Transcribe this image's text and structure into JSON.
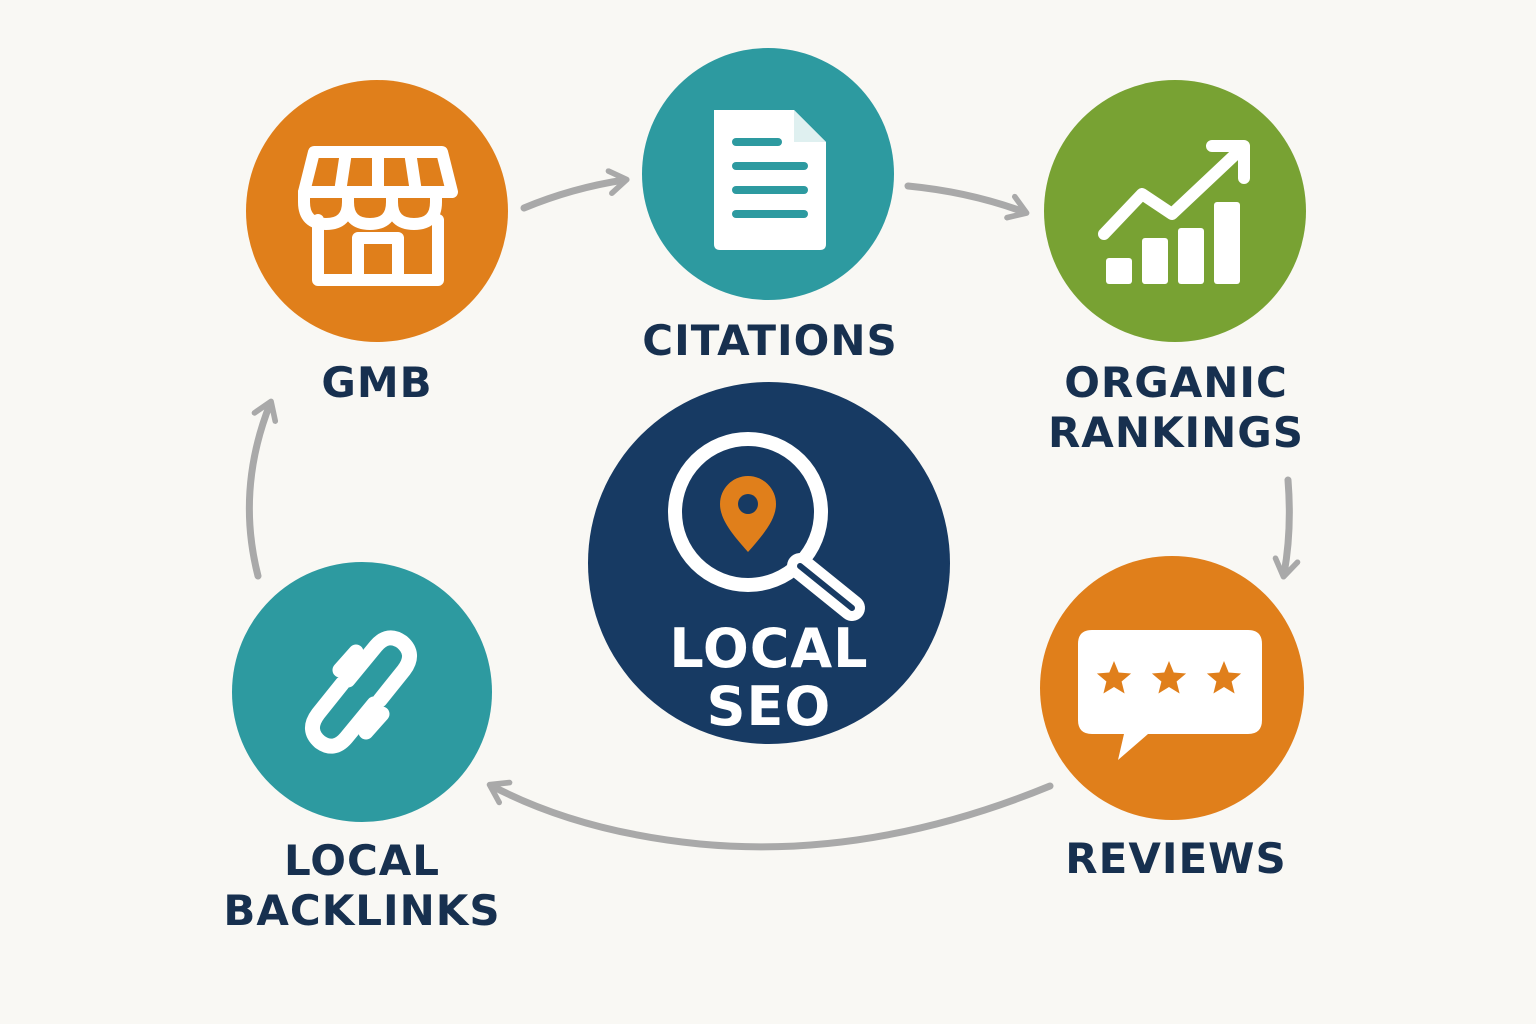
{
  "diagram": {
    "center": {
      "line1": "LOCAL",
      "line2": "SEO",
      "icon": "magnifier-location-pin-icon",
      "color": "#173a63"
    },
    "nodes": {
      "gmb": {
        "label": "GMB",
        "icon": "storefront-icon",
        "color": "#e07f1b"
      },
      "citations": {
        "label": "CITATIONS",
        "icon": "document-icon",
        "color": "#2d9aa0"
      },
      "organic": {
        "label_line1": "ORGANIC",
        "label_line2": "RANKINGS",
        "icon": "growth-chart-icon",
        "color": "#78a233"
      },
      "reviews": {
        "label": "REVIEWS",
        "icon": "star-review-bubble-icon",
        "color": "#e07f1b"
      },
      "backlinks": {
        "label_line1": "LOCAL",
        "label_line2": "BACKLINKS",
        "icon": "chain-link-icon",
        "color": "#2d9aa0"
      }
    },
    "colors": {
      "label_text": "#17304f",
      "arrow": "#a9a9a9",
      "background": "#f9f8f4"
    }
  }
}
